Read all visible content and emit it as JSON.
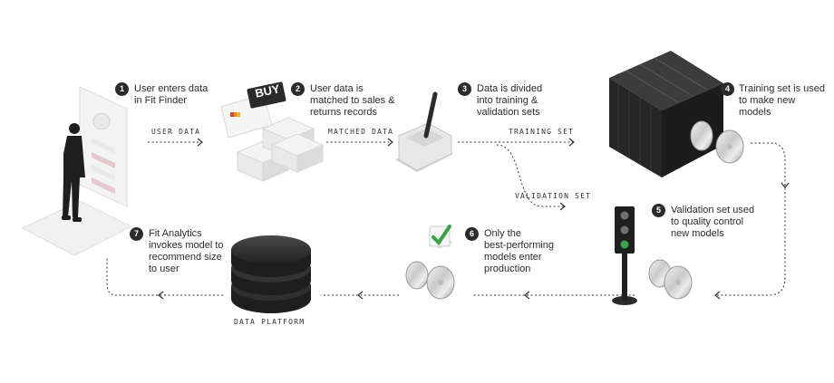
{
  "steps": [
    {
      "number": "1",
      "lines": [
        "User enters data",
        "in Fit Finder"
      ]
    },
    {
      "number": "2",
      "lines": [
        "User data is",
        "matched to sales &",
        "returns records"
      ]
    },
    {
      "number": "3",
      "lines": [
        "Data is divided",
        "into training &",
        "validation sets"
      ]
    },
    {
      "number": "4",
      "lines": [
        "Training set is used",
        "to make new",
        "models"
      ]
    },
    {
      "number": "5",
      "lines": [
        "Validation set used",
        "to quality control",
        "new models"
      ]
    },
    {
      "number": "6",
      "lines": [
        "Only the",
        "best-performing",
        "models enter",
        "production"
      ]
    },
    {
      "number": "7",
      "lines": [
        "Fit Analytics",
        "invokes model to",
        "recommend size",
        "to user"
      ]
    }
  ],
  "flow_labels": {
    "user_data": "USER DATA",
    "matched_data": "MATCHED DATA",
    "training_set": "TRAINING SET",
    "validation_set": "VALIDATION SET",
    "data_platform": "DATA PLATFORM"
  },
  "buy_tag": "BUY",
  "colors": {
    "accent_green": "#3aa34a",
    "dark": "#2b2b2b",
    "line": "#333333"
  }
}
